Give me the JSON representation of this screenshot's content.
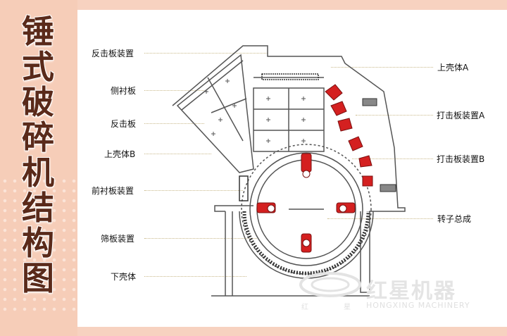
{
  "page_title": [
    "锤",
    "式",
    "破",
    "碎",
    "机",
    "结",
    "构",
    "图"
  ],
  "labels_left": [
    "反击板装置",
    "侧衬板",
    "反击板",
    "上壳体B",
    "前衬板装置",
    "筛板装置",
    "下壳体"
  ],
  "labels_right": [
    "上壳体A",
    "打击板装置A",
    "打击板装置B",
    "转子总成"
  ],
  "watermark": {
    "brand": "红星机器",
    "brand_en": "HONGXING MACHINERY",
    "small_left": "红",
    "small_right": "星"
  },
  "colors": {
    "accent": "#d42020",
    "background": "#f7d2c0",
    "title": "#5a2a1a",
    "line": "#555555"
  }
}
